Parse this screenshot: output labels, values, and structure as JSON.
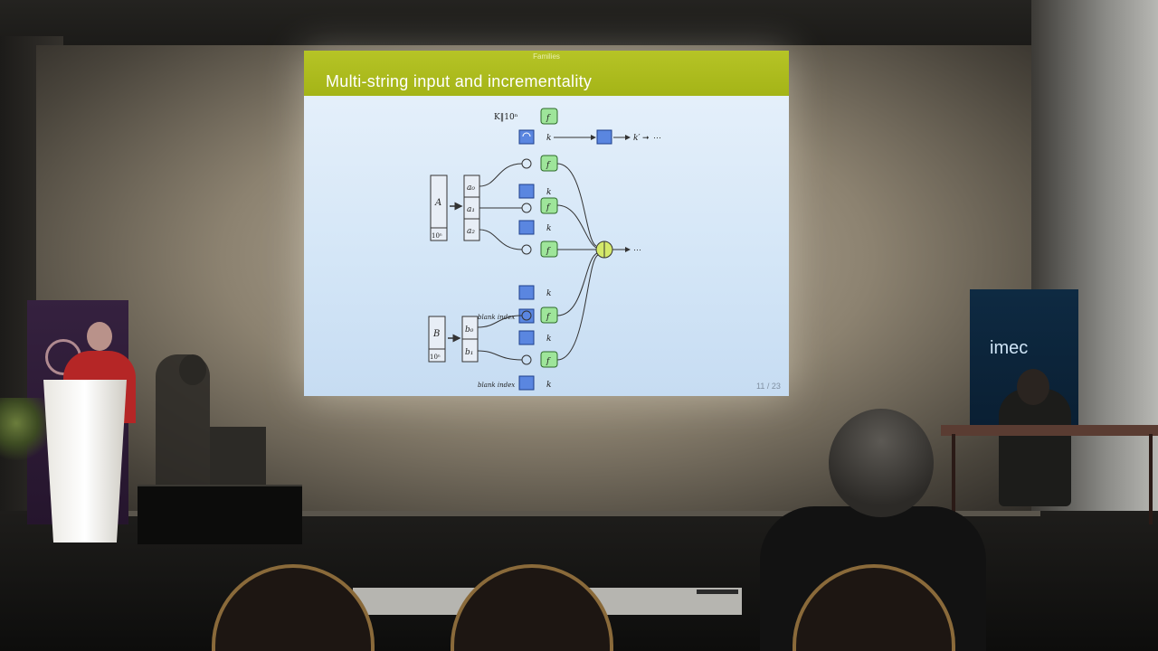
{
  "slide": {
    "section_label": "Families",
    "title": "Multi-string input and incrementality",
    "page_number": "11 / 23"
  },
  "diagram": {
    "top_input": "K​‖​10ⁿ",
    "f_label": "f",
    "k_label": "k",
    "k_prime_label": "k′",
    "ellipsis": "⋯",
    "arrow": "➞",
    "string_a": "A",
    "string_b": "B",
    "padding_label": "10ⁿ",
    "a_parts": [
      "a₀",
      "a₁",
      "a₂"
    ],
    "b_parts": [
      "b₀",
      "b₁"
    ],
    "blank_index": "blank index"
  },
  "colors": {
    "slide_bar": "#a4b417",
    "f_box": "#9ee59a",
    "permutation_box": "#5a86e0"
  },
  "banner_right": {
    "logo_text": "imec"
  }
}
